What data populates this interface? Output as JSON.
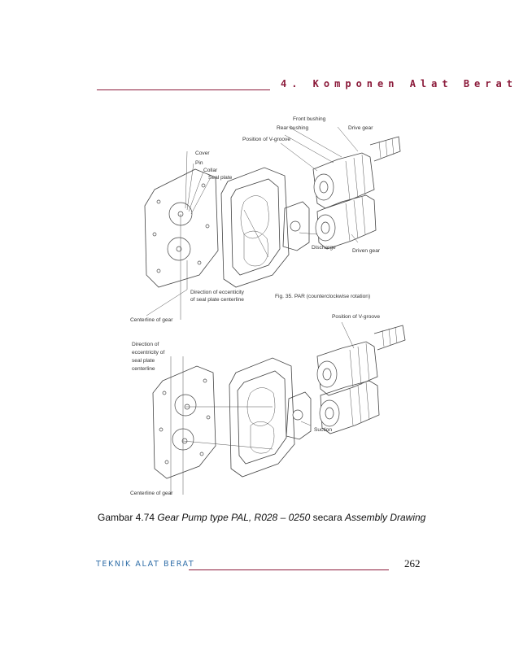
{
  "header": {
    "chapter": "4. Komponen Alat Berat"
  },
  "figure": {
    "top_labels": {
      "front_bushing": "Front bushing",
      "rear_bushing": "Rear bushing",
      "drive_gear": "Drive gear",
      "position_v_groove": "Position of V-groove",
      "cover": "Cover",
      "pin": "Pin",
      "collar": "Collar",
      "seal_plate": "Seal plate",
      "discharge": "Discharge",
      "driven_gear": "Driven gear",
      "direction_eccentricity_1": "Direction of eccenticity",
      "direction_eccentricity_2": "of seal plate centerline",
      "fig_title": "Fig. 35.   PAR (counterclockwise rotation)",
      "centerline_of_gear": "Centerline of gear"
    },
    "bottom_labels": {
      "position_v_groove": "Position of V-groove",
      "direction_1": "Direction of",
      "direction_2": "eccentricity of",
      "direction_3": "seal plate",
      "direction_4": "centerline",
      "suction": "Suction",
      "centerline_of_gear": "Centerline of gear"
    }
  },
  "caption": {
    "prefix": "Gambar 4.74 ",
    "italic1": "Gear Pump type PAL, R028 – 0250",
    "middle": " secara ",
    "italic2": "Assembly Drawing"
  },
  "footer": {
    "left_text": "TEKNIK ALAT BERAT",
    "page_number": "262"
  },
  "colors": {
    "accent": "#8b1a3a",
    "footer_blue": "#2f6ea8"
  }
}
